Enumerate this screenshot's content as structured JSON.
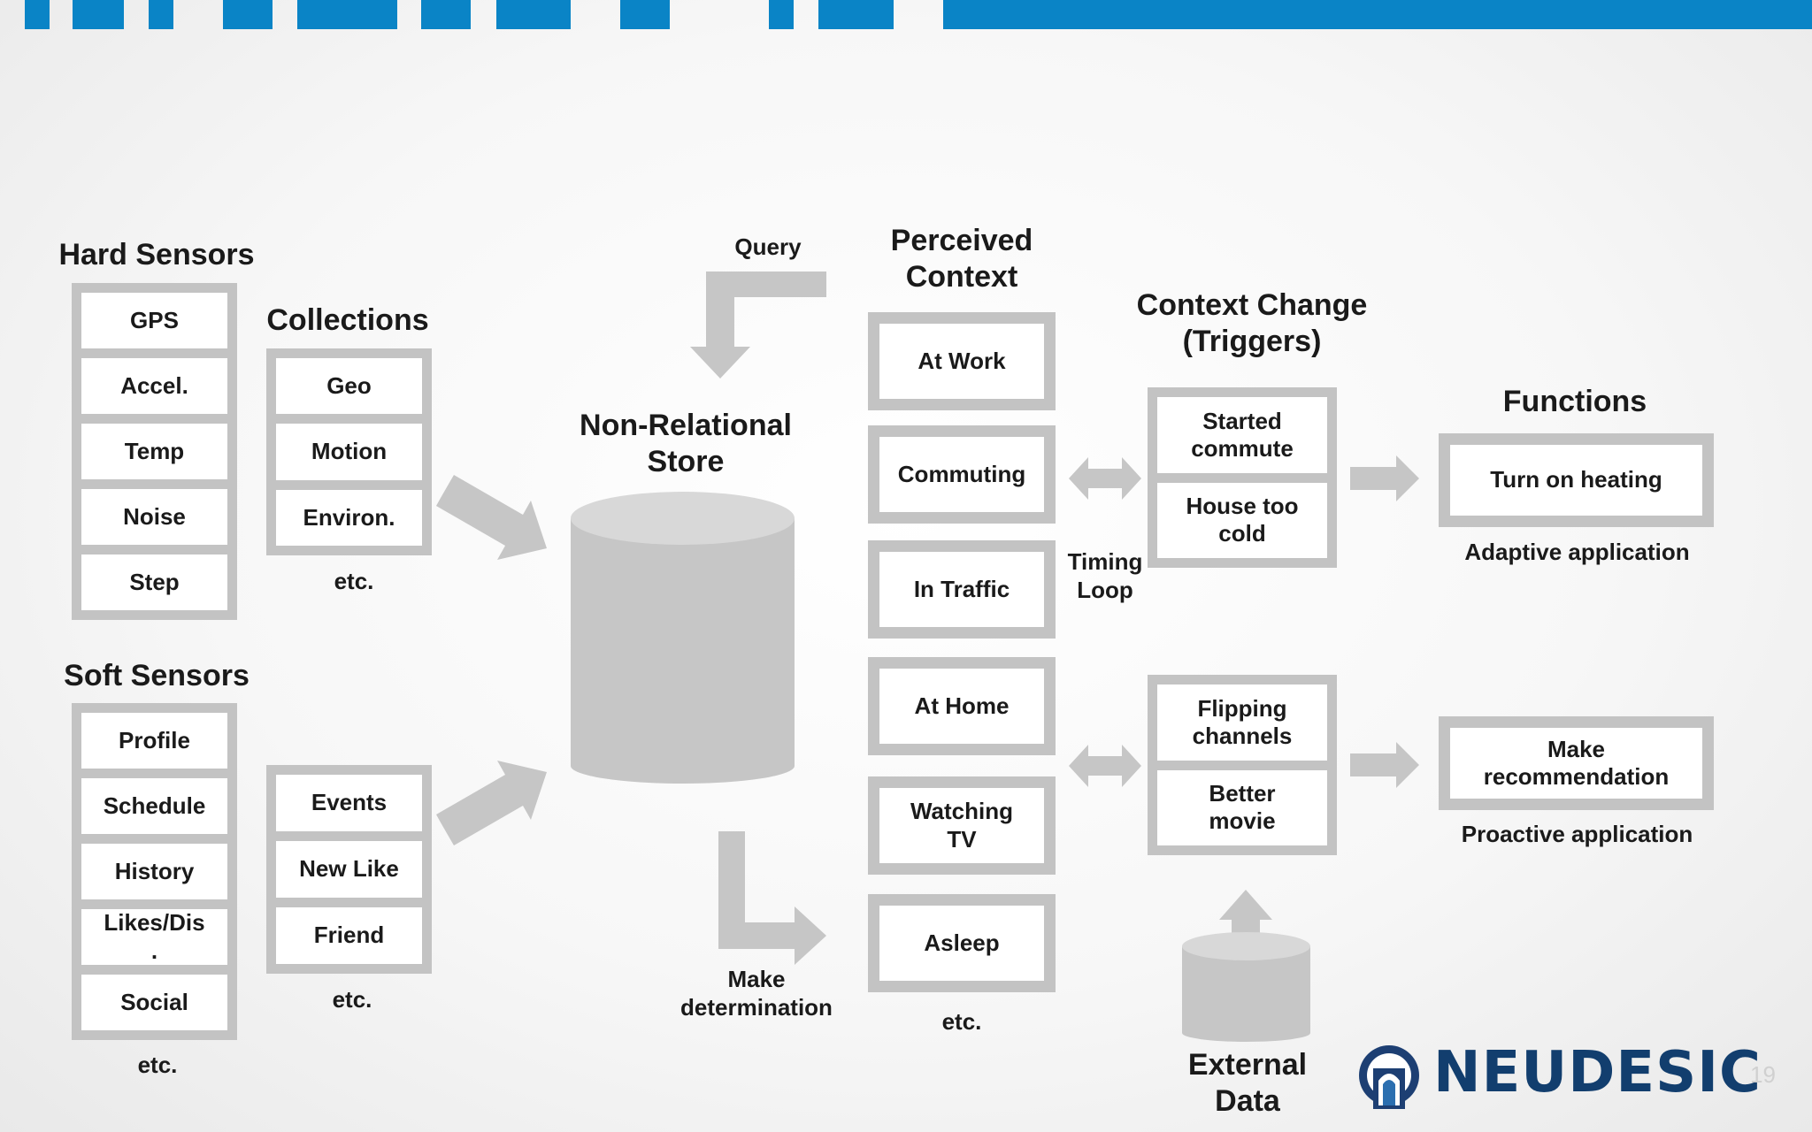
{
  "colors": {
    "accent_bar": "#0a84c6",
    "box_gray": "#c3c3c3",
    "logo": "#123e6e"
  },
  "hard_sensors": {
    "title": "Hard Sensors",
    "items": [
      "GPS",
      "Accel.",
      "Temp",
      "Noise",
      "Step"
    ]
  },
  "collections": {
    "title": "Collections",
    "items": [
      "Geo",
      "Motion",
      "Environ."
    ],
    "etc": "etc."
  },
  "soft_sensors": {
    "title": "Soft Sensors",
    "items": [
      "Profile",
      "Schedule",
      "History",
      "Likes/Dis\n.",
      "Social"
    ],
    "etc": "etc."
  },
  "soft_collections": {
    "items": [
      "Events",
      "New Like",
      "Friend"
    ],
    "etc": "etc."
  },
  "store": {
    "title": "Non-Relational\nStore",
    "query_label": "Query",
    "determination_label": "Make\ndetermination"
  },
  "perceived": {
    "title": "Perceived\nContext",
    "items": [
      "At Work",
      "Commuting",
      "In Traffic",
      "At Home",
      "Watching\nTV",
      "Asleep"
    ],
    "etc": "etc."
  },
  "timing_loop": "Timing\nLoop",
  "triggers": {
    "title": "Context Change\n(Triggers)",
    "top": [
      "Started\ncommute",
      "House too\ncold"
    ],
    "bottom": [
      "Flipping\nchannels",
      "Better\nmovie"
    ]
  },
  "functions": {
    "title": "Functions",
    "adaptive": {
      "action": "Turn on heating",
      "caption": "Adaptive application"
    },
    "proactive": {
      "action": "Make\nrecommendation",
      "caption": "Proactive application"
    }
  },
  "external_data": "External\nData",
  "logo": {
    "icon": "neudesic-arch-icon",
    "text": "NEUDESIC"
  },
  "page_number": "19"
}
